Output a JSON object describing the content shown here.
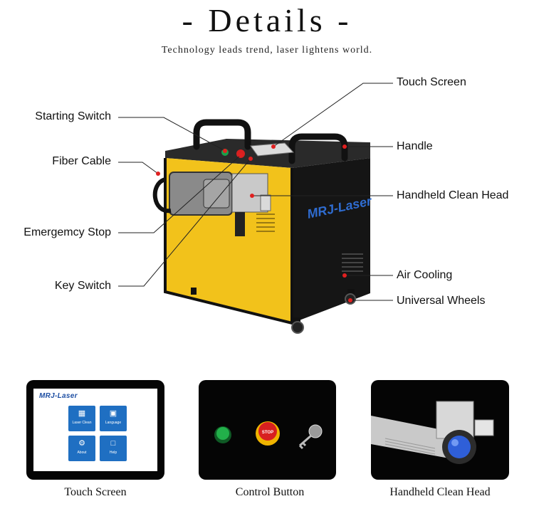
{
  "header": {
    "title": "- Details -",
    "subtitle": "Technology leads trend, laser lightens world."
  },
  "callouts": {
    "left": [
      "Starting Switch",
      "Fiber Cable",
      "Emergemcy Stop",
      "Key Switch"
    ],
    "right": [
      "Touch Screen",
      "Handle",
      "Handheld Clean Head",
      "Air Cooling",
      "Universal Wheels"
    ]
  },
  "machine": {
    "brand": "MRJ-Laser",
    "body_color": "#f2c21b",
    "frame_color": "#1a1a1a",
    "marker_color": "#e02020"
  },
  "panels": [
    {
      "caption": "Touch Screen",
      "screen_brand": "MRJ-Laser",
      "tiles": [
        {
          "label": "Laser Clean",
          "icon": "grid-icon"
        },
        {
          "label": "Language",
          "icon": "language-icon"
        },
        {
          "label": "About",
          "icon": "gear-icon"
        },
        {
          "label": "Help",
          "icon": "help-icon"
        }
      ]
    },
    {
      "caption": "Control Button",
      "stop_label": "STOP"
    },
    {
      "caption": "Handheld Clean Head"
    }
  ]
}
